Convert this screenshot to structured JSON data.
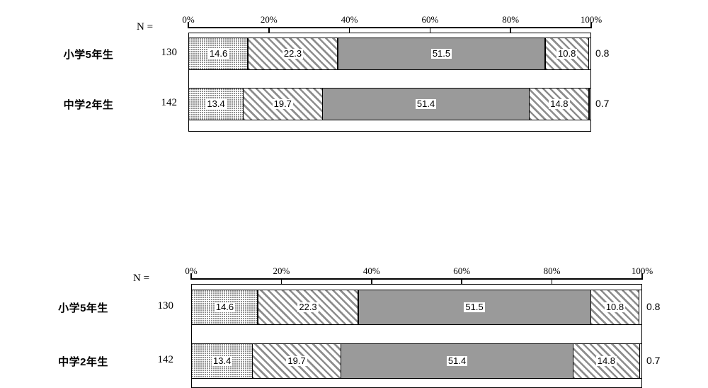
{
  "chart_data": [
    {
      "id": "top",
      "type": "bar",
      "orientation": "horizontal",
      "stacked": true,
      "normalized_percent": true,
      "title": "",
      "xlabel": "",
      "ylabel": "",
      "xlim": [
        0,
        100
      ],
      "grid": false,
      "legend": "none",
      "axis_ticks": [
        "0%",
        "20%",
        "40%",
        "60%",
        "80%",
        "100%"
      ],
      "axis_tick_values": [
        0,
        20,
        40,
        60,
        80,
        100
      ],
      "n_header": "N =",
      "categories": [
        "小学5年生",
        "中学2年生"
      ],
      "n_values": [
        "130",
        "142"
      ],
      "rows": [
        {
          "label": "小学5年生",
          "n": "130",
          "segments": [
            {
              "value": 14.6,
              "text": "14.6",
              "pattern": "dotted",
              "inside": true
            },
            {
              "value": 22.3,
              "text": "22.3",
              "pattern": "hatch",
              "inside": true
            },
            {
              "value": 51.5,
              "text": "51.5",
              "pattern": "solid",
              "inside": true
            },
            {
              "value": 10.8,
              "text": "10.8",
              "pattern": "hatch",
              "inside": true
            },
            {
              "value": 0.8,
              "text": "0.8",
              "pattern": "none",
              "inside": false
            }
          ]
        },
        {
          "label": "中学2年生",
          "n": "142",
          "segments": [
            {
              "value": 13.4,
              "text": "13.4",
              "pattern": "dotted",
              "inside": true
            },
            {
              "value": 19.7,
              "text": "19.7",
              "pattern": "hatch",
              "inside": true
            },
            {
              "value": 51.4,
              "text": "51.4",
              "pattern": "solid",
              "inside": true
            },
            {
              "value": 14.8,
              "text": "14.8",
              "pattern": "hatch",
              "inside": true
            },
            {
              "value": 0.7,
              "text": "0.7",
              "pattern": "none",
              "inside": false
            }
          ]
        }
      ]
    },
    {
      "id": "bottom",
      "type": "bar",
      "orientation": "horizontal",
      "stacked": true,
      "normalized_percent": true,
      "title": "",
      "xlabel": "",
      "ylabel": "",
      "xlim": [
        0,
        100
      ],
      "grid": false,
      "legend": "none",
      "axis_ticks": [
        "0%",
        "20%",
        "40%",
        "60%",
        "80%",
        "100%"
      ],
      "axis_tick_values": [
        0,
        20,
        40,
        60,
        80,
        100
      ],
      "n_header": "N =",
      "categories": [
        "小学5年生",
        "中学2年生"
      ],
      "n_values": [
        "130",
        "142"
      ],
      "rows": [
        {
          "label": "小学5年生",
          "n": "130",
          "segments": [
            {
              "value": 14.6,
              "text": "14.6",
              "pattern": "dotted",
              "inside": true
            },
            {
              "value": 22.3,
              "text": "22.3",
              "pattern": "hatch",
              "inside": true
            },
            {
              "value": 51.5,
              "text": "51.5",
              "pattern": "solid",
              "inside": true
            },
            {
              "value": 10.8,
              "text": "10.8",
              "pattern": "hatch",
              "inside": true
            },
            {
              "value": 0.8,
              "text": "0.8",
              "pattern": "none",
              "inside": false
            }
          ]
        },
        {
          "label": "中学2年生",
          "n": "142",
          "segments": [
            {
              "value": 13.4,
              "text": "13.4",
              "pattern": "dotted",
              "inside": true
            },
            {
              "value": 19.7,
              "text": "19.7",
              "pattern": "hatch",
              "inside": true
            },
            {
              "value": 51.4,
              "text": "51.4",
              "pattern": "solid",
              "inside": true
            },
            {
              "value": 14.8,
              "text": "14.8",
              "pattern": "hatch",
              "inside": true
            },
            {
              "value": 0.7,
              "text": "0.7",
              "pattern": "none",
              "inside": false
            }
          ]
        }
      ]
    }
  ],
  "colors": {
    "solid_segment": "#9a9a9a",
    "hatch_line": "#8d8d8d",
    "dot": "#777777",
    "outline": "#000000",
    "background": "#ffffff"
  }
}
